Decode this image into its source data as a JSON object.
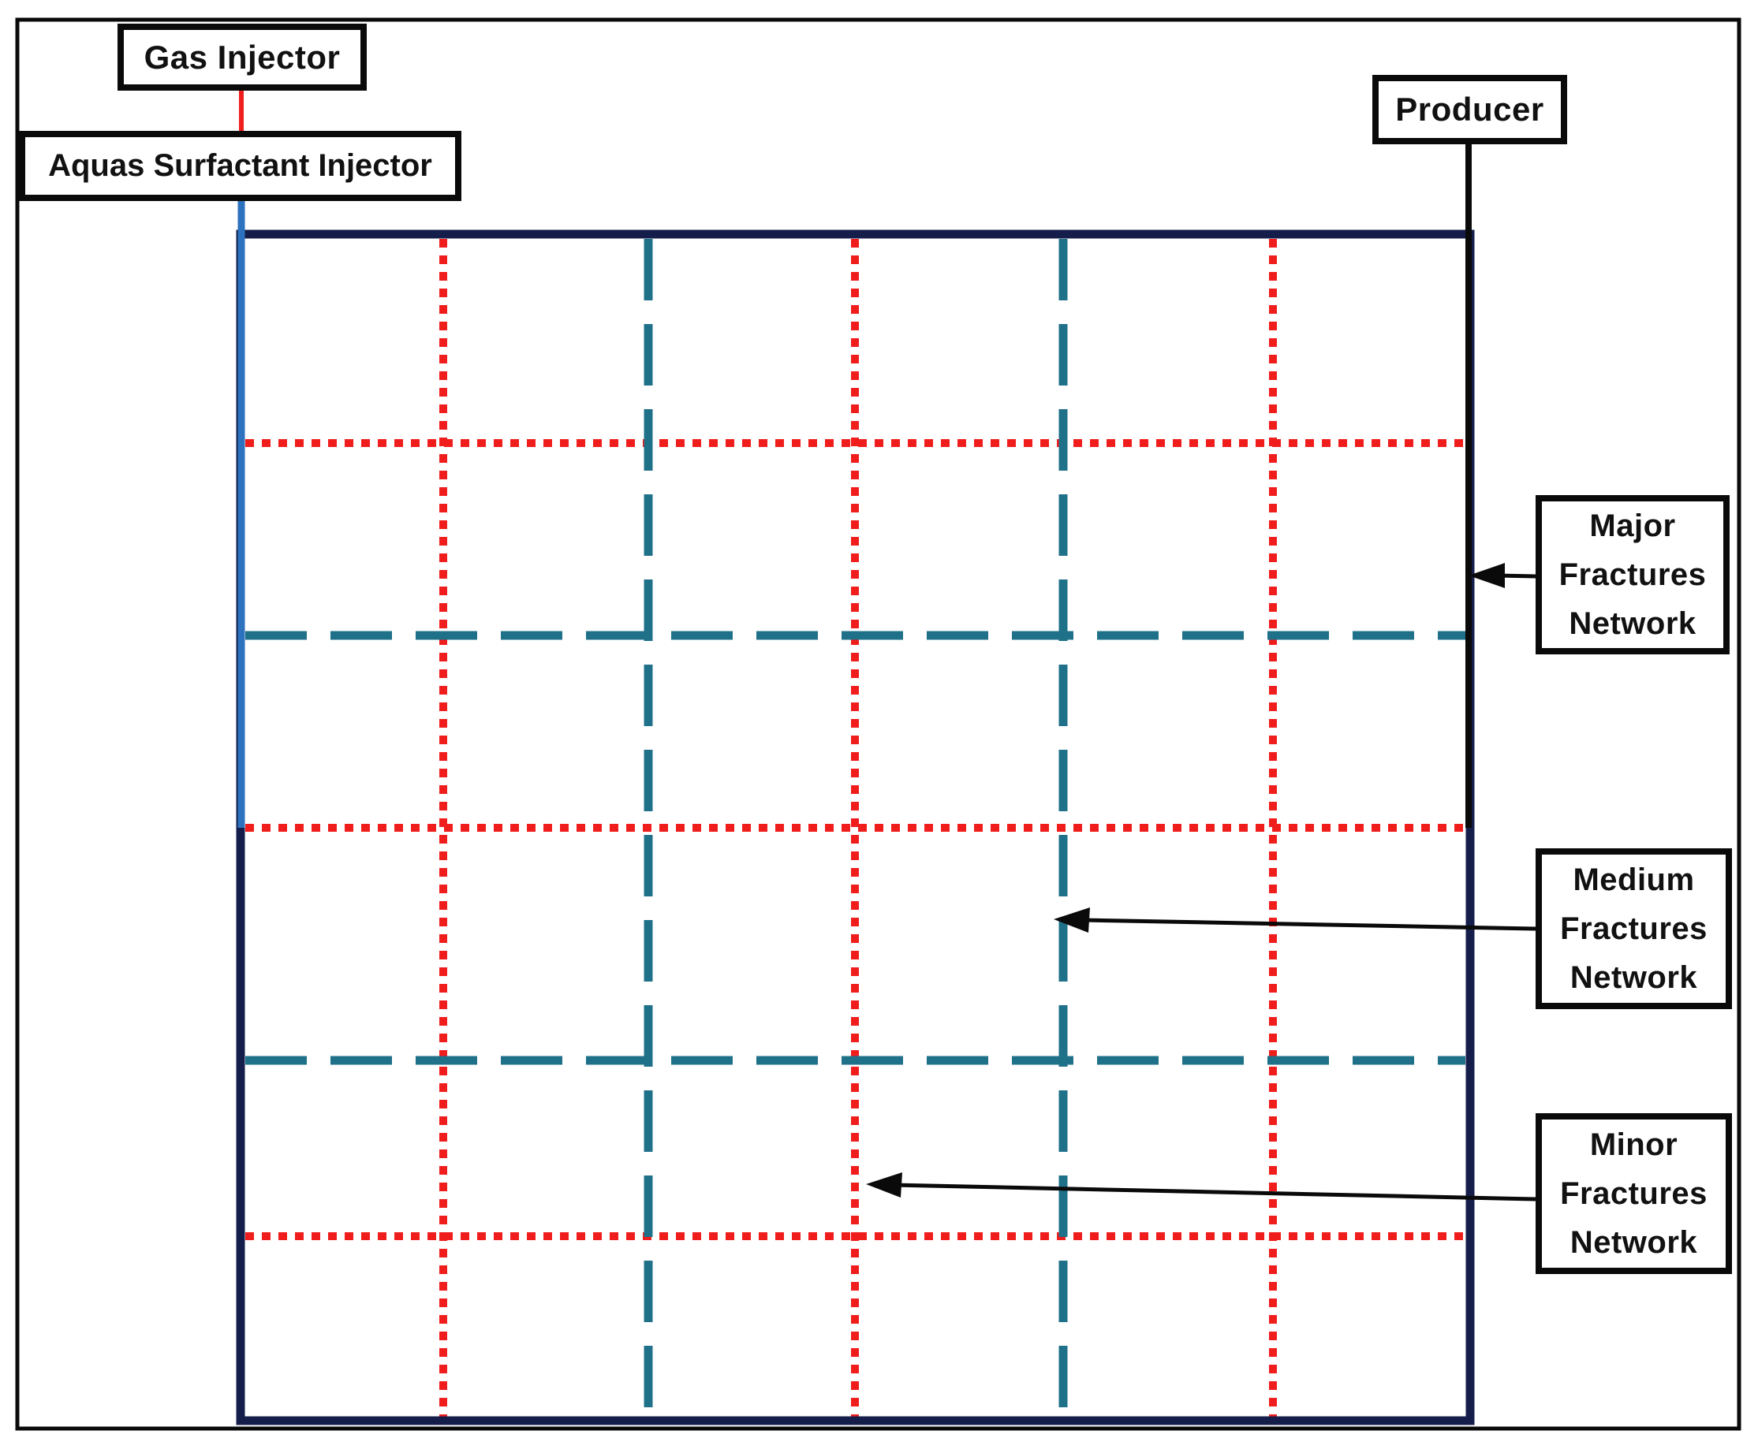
{
  "diagram": {
    "title": "Fractured reservoir well and fracture network schematic",
    "labels": {
      "gas_injector": "Gas Injector",
      "aquas_surfactant_injector": "Aquas Surfactant Injector",
      "producer": "Producer",
      "major_fractures": "Major\nFractures\nNetwork",
      "medium_fractures": "Medium\nFractures\nNetwork",
      "minor_fractures": "Minor\nFractures\nNetwork"
    },
    "colors": {
      "background": "#FFFFFF",
      "box_border": "#0A0A0A",
      "major_fracture": "#151E4B",
      "medium_fracture": "#1F7089",
      "minor_fracture": "#F01D1D",
      "gas_well": "#F01D1D",
      "surfactant_well": "#2D72BE",
      "producer_well": "#0A0A0A"
    },
    "legend": {
      "major_line_style": "solid navy border of reservoir grid",
      "medium_line_style": "teal long-dash lines",
      "minor_line_style": "red dotted lines"
    }
  }
}
